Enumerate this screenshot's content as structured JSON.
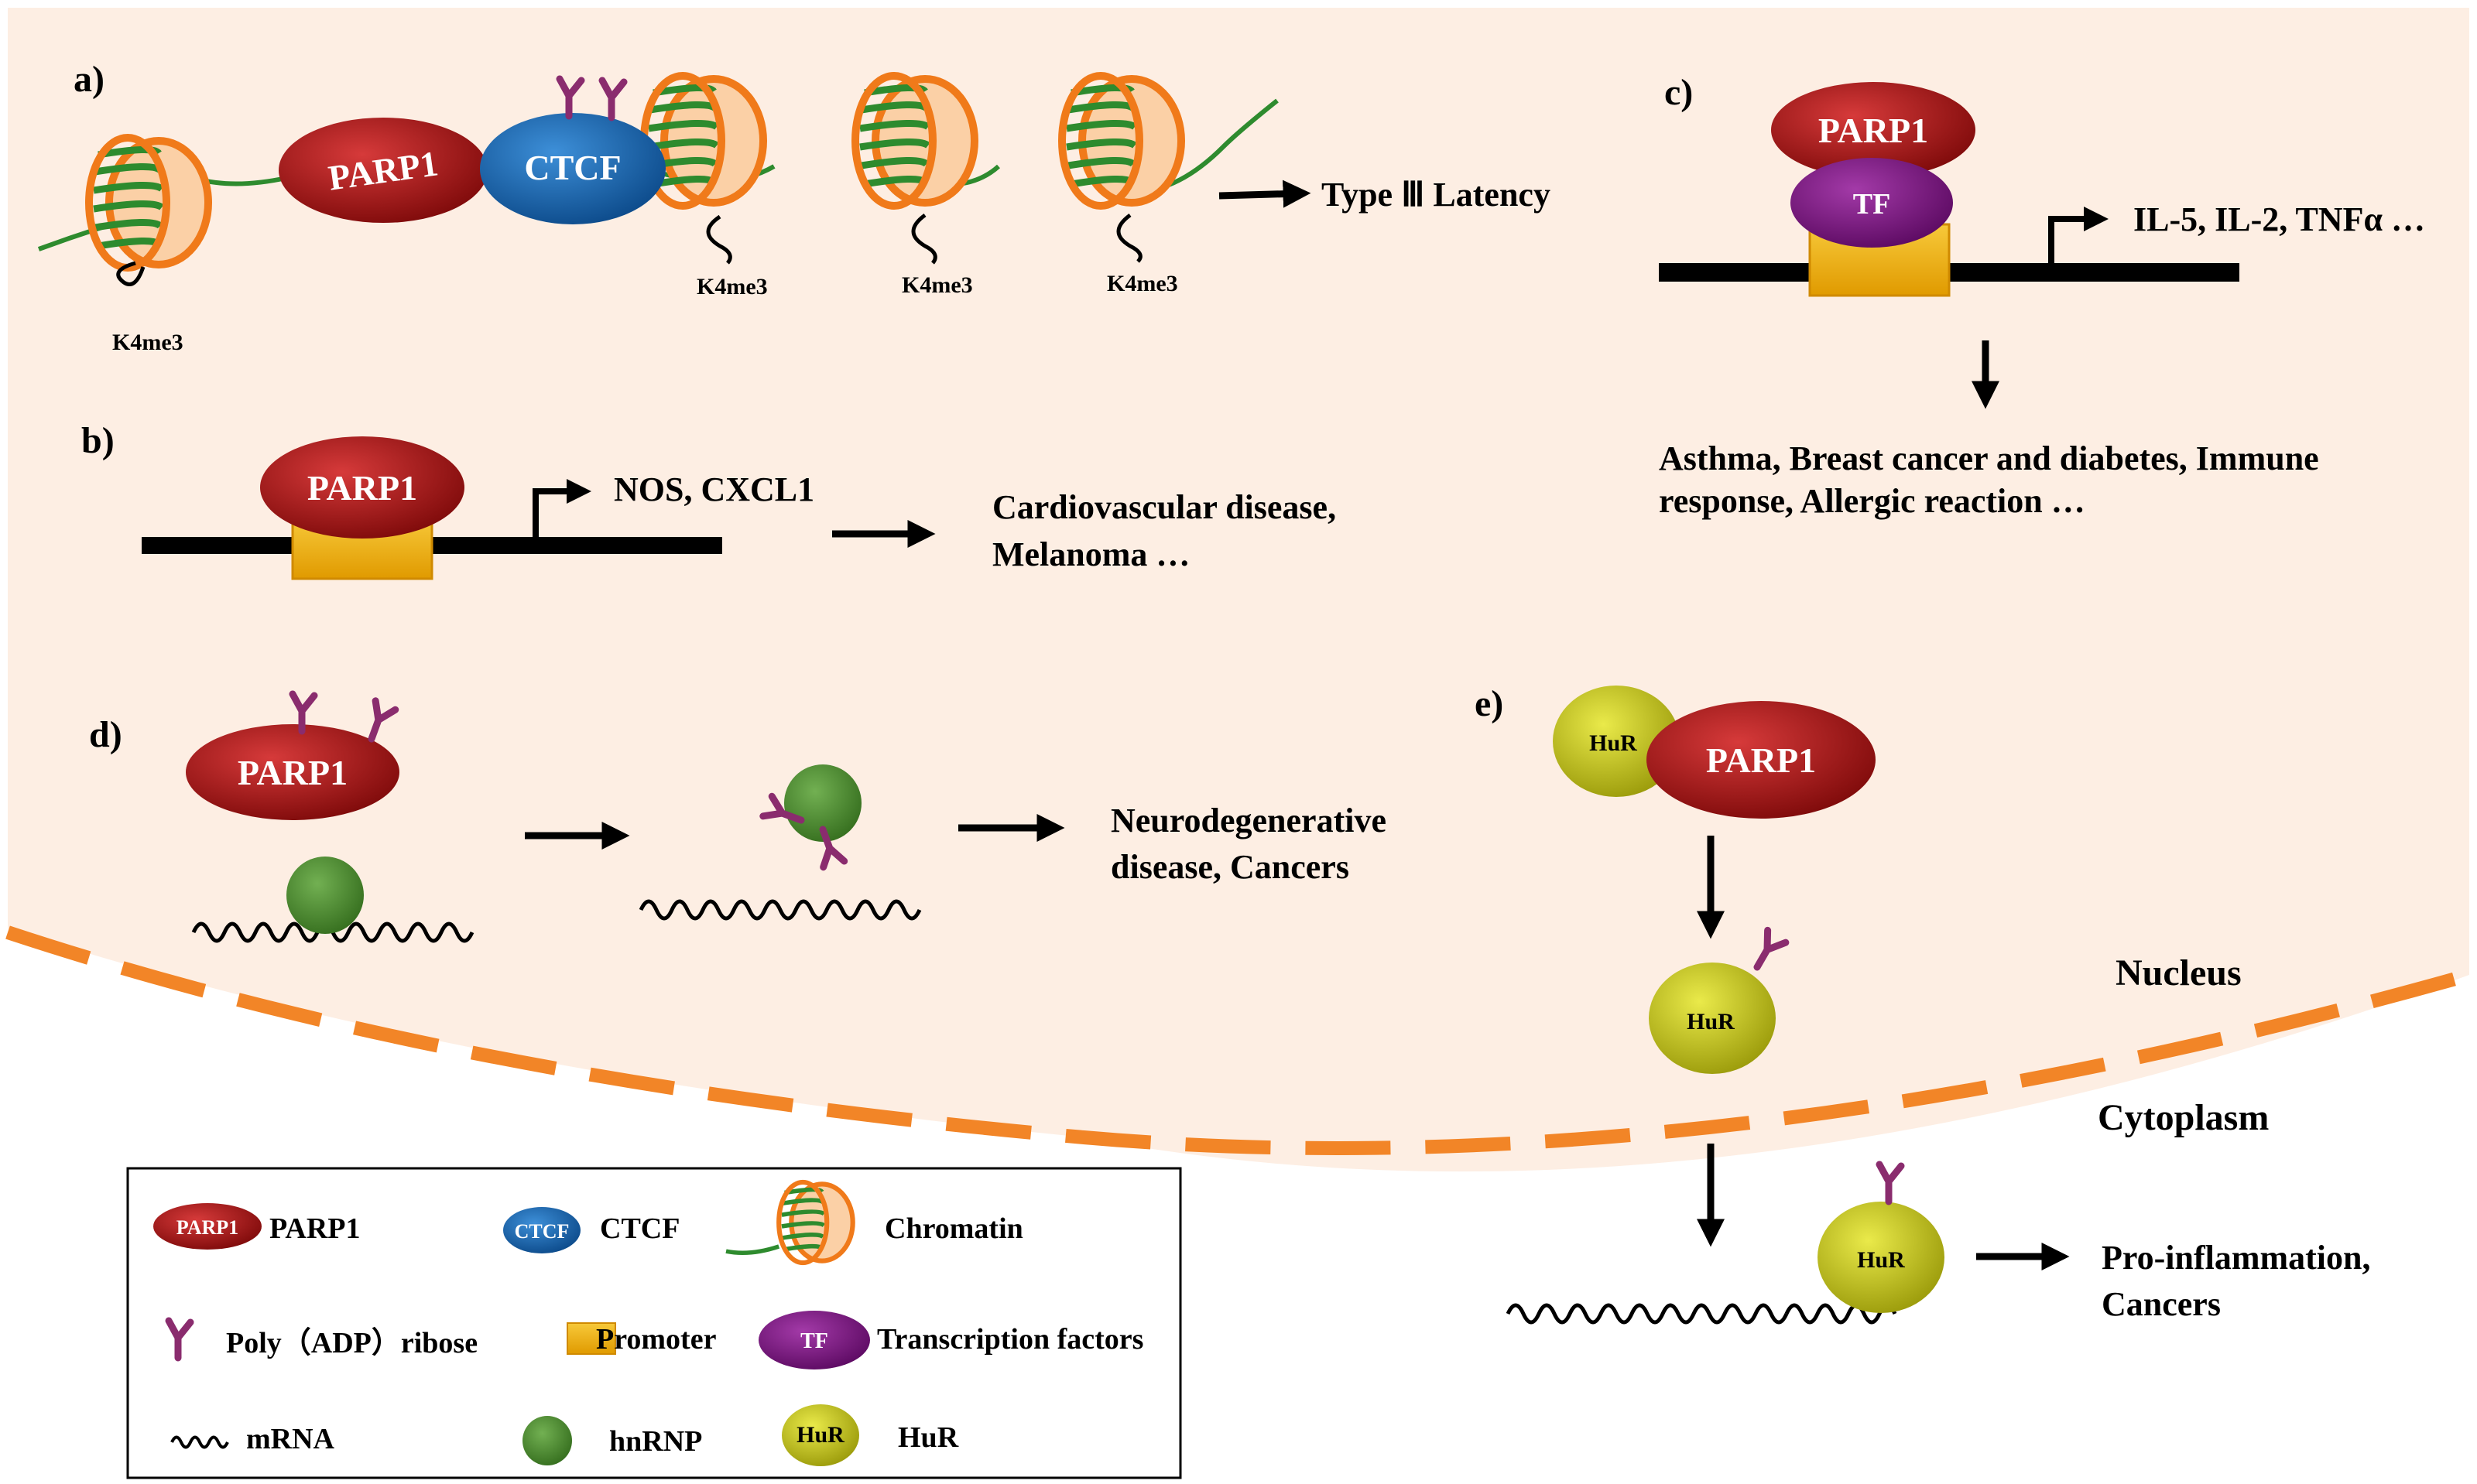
{
  "colors": {
    "nucleus_fill": "#fdeee3",
    "membrane": "#f28527",
    "parp1": "#a01515",
    "ctcf": "#1a66b0",
    "tf": "#7a1480",
    "promoter": "#f2b200",
    "hnrnp": "#4e8d32",
    "hur": "#c4c415",
    "par": "#8a2c6e",
    "chromatin_green": "#2e8b2e",
    "chromatin_orange": "#f07a1a"
  },
  "panels": {
    "a": "a)",
    "b": "b)",
    "c": "c)",
    "d": "d)",
    "e": "e)"
  },
  "molecules": {
    "parp1": "PARP1",
    "ctcf": "CTCF",
    "tf": "TF",
    "hur": "HuR",
    "k4me3": "K4me3"
  },
  "a": {
    "outcome": "Type Ⅲ Latency"
  },
  "b": {
    "genes": "NOS, CXCL1",
    "outcome_line1": "Cardiovascular disease,",
    "outcome_line2": "Melanoma …"
  },
  "c": {
    "genes": "IL-5, IL-2, TNFα …",
    "outcome_line1": "Asthma, Breast cancer and diabetes, Immune",
    "outcome_line2": "response, Allergic reaction …"
  },
  "d": {
    "outcome_line1": "Neurodegenerative",
    "outcome_line2": "disease, Cancers"
  },
  "e": {
    "outcome_line1": "Pro-inflammation,",
    "outcome_line2": "Cancers"
  },
  "compartments": {
    "nucleus": "Nucleus",
    "cytoplasm": "Cytoplasm"
  },
  "legend": {
    "parp1_icon": "PARP1",
    "parp1": "PARP1",
    "ctcf_icon": "CTCF",
    "ctcf": "CTCF",
    "chromatin": "Chromatin",
    "par": "Poly（ADP）ribose",
    "promoter": "Promoter",
    "tf_icon": "TF",
    "tf": "Transcription factors",
    "mrna": "mRNA",
    "hnrnp": "hnRNP",
    "hur_icon": "HuR",
    "hur": "HuR"
  }
}
